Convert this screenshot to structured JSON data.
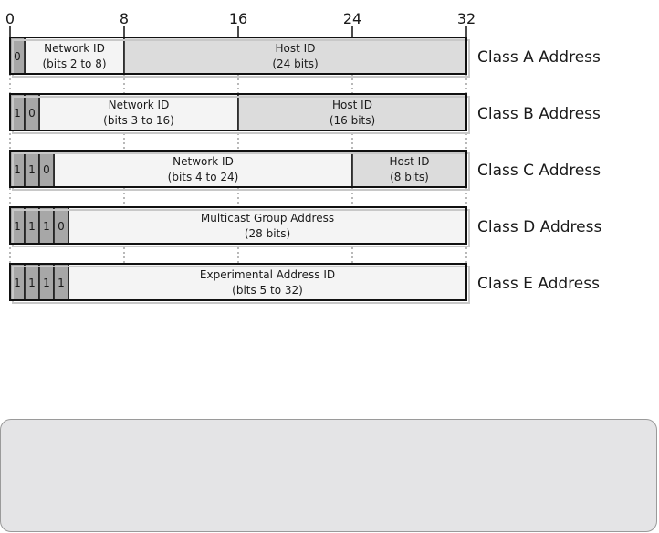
{
  "ticks": [
    "0",
    "8",
    "16",
    "24",
    "32"
  ],
  "tick_bits": [
    0,
    8,
    16,
    24,
    32
  ],
  "total_bits": 32,
  "colors": {
    "dark": "#a7a7a7",
    "light": "#dcdcdc",
    "white": "#f4f4f4",
    "border": "#111111",
    "guide": "#8a8a8a"
  },
  "classes": [
    {
      "label": "Class A Address",
      "bits": [
        "0"
      ],
      "fields": [
        {
          "line1": "Network ID",
          "line2": "(bits 2 to 8)",
          "start": 1,
          "end": 8,
          "shade": "white"
        },
        {
          "line1": "Host ID",
          "line2": "(24 bits)",
          "start": 8,
          "end": 32,
          "shade": "light"
        }
      ]
    },
    {
      "label": "Class B Address",
      "bits": [
        "1",
        "0"
      ],
      "fields": [
        {
          "line1": "Network ID",
          "line2": "(bits 3 to 16)",
          "start": 2,
          "end": 16,
          "shade": "white"
        },
        {
          "line1": "Host ID",
          "line2": "(16 bits)",
          "start": 16,
          "end": 32,
          "shade": "light"
        }
      ]
    },
    {
      "label": "Class C Address",
      "bits": [
        "1",
        "1",
        "0"
      ],
      "fields": [
        {
          "line1": "Network ID",
          "line2": "(bits 4 to 24)",
          "start": 3,
          "end": 24,
          "shade": "white"
        },
        {
          "line1": "Host ID",
          "line2": "(8 bits)",
          "start": 24,
          "end": 32,
          "shade": "light"
        }
      ]
    },
    {
      "label": "Class D Address",
      "bits": [
        "1",
        "1",
        "1",
        "0"
      ],
      "fields": [
        {
          "line1": "Multicast Group Address",
          "line2": "(28 bits)",
          "start": 4,
          "end": 32,
          "shade": "white"
        }
      ]
    },
    {
      "label": "Class E Address",
      "bits": [
        "1",
        "1",
        "1",
        "1"
      ],
      "fields": [
        {
          "line1": "Experimental Address ID",
          "line2": "(bits 5 to 32)",
          "start": 4,
          "end": 32,
          "shade": "white"
        }
      ]
    }
  ]
}
